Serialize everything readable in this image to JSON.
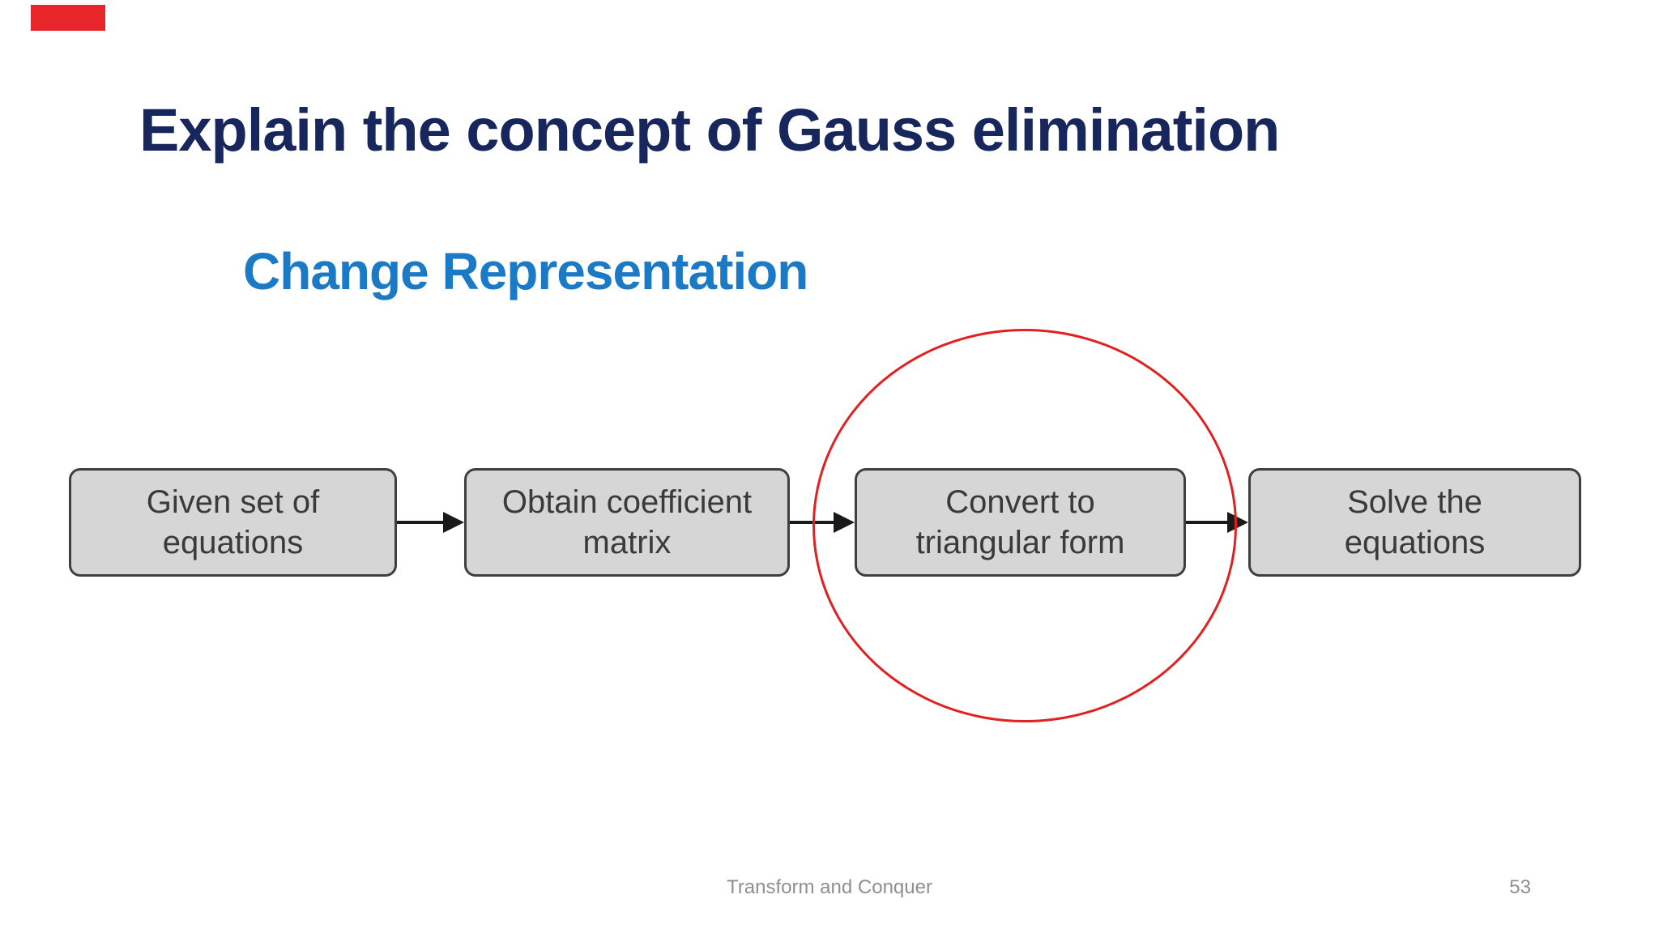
{
  "slide": {
    "title": "Explain the concept of Gauss elimination",
    "subtitle": "Change Representation",
    "footer": {
      "text": "Transform and Conquer",
      "page_number": "53"
    }
  },
  "flowchart": {
    "steps": [
      {
        "line1": "Given set of",
        "line2": "equations"
      },
      {
        "line1": "Obtain coefficient",
        "line2": "matrix"
      },
      {
        "line1": "Convert to",
        "line2": "triangular form"
      },
      {
        "line1": "Solve the",
        "line2": "equations"
      }
    ],
    "highlighted_step": "Convert to triangular form"
  },
  "colors": {
    "title": "#17265c",
    "subtitle": "#1b7ac5",
    "box_fill": "#d6d6d6",
    "box_border": "#3f3f3f",
    "box_text": "#3a3a3a",
    "arrow": "#1a1a1a",
    "highlight_circle": "#e0211f",
    "footer_text": "#8f8f8f",
    "corner_bar": "#e8252a"
  }
}
